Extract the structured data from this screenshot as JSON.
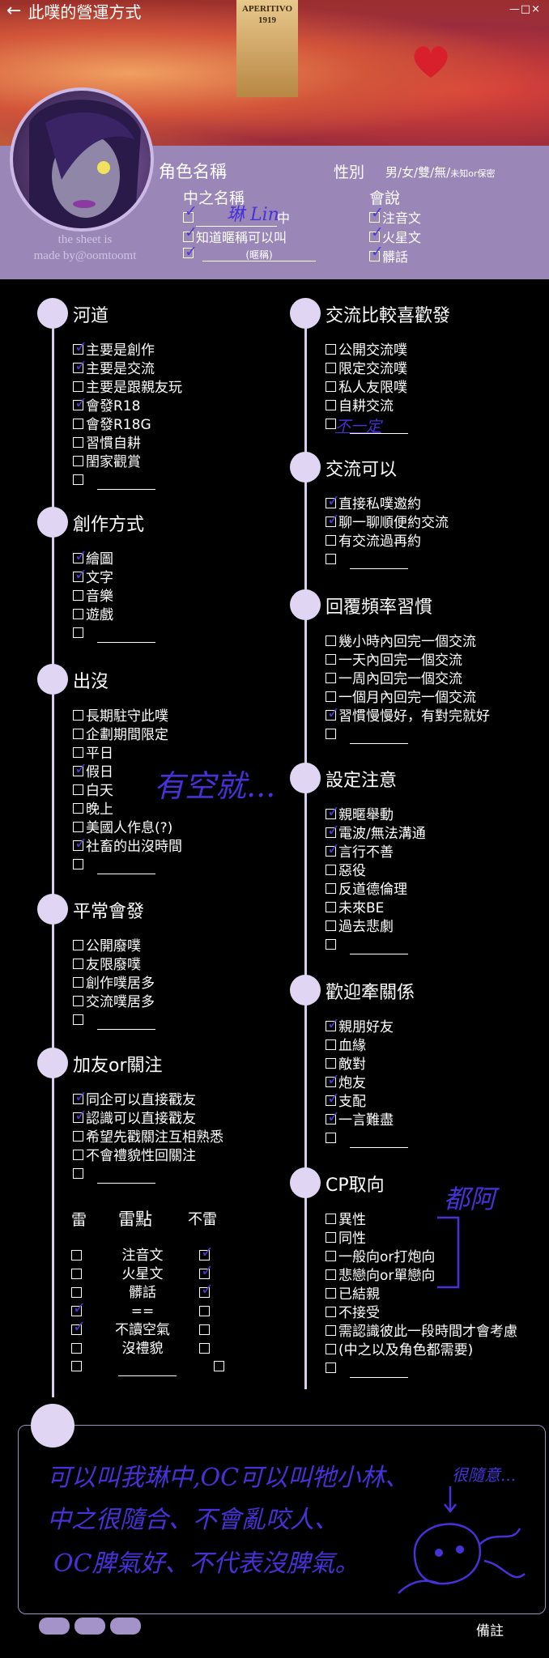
{
  "window": {
    "title": "此噗的營運方式",
    "controls": "—□×"
  },
  "photo": {
    "bottle_text": [
      "APERITIVO",
      "1919"
    ]
  },
  "watermark": {
    "line1": "the sheet is",
    "line2": "made by@oomtoomt"
  },
  "profile": {
    "role_name_label": "角色名稱",
    "gender_label": "性別",
    "gender_options": "男/女/雙/無/",
    "gender_extra": "未知or保密",
    "cn_name_label": "中之名稱",
    "cn_name_value": "琳 Lin",
    "cn_name_suffix": "中",
    "nickname_option": "知道暱稱可以叫",
    "nickname_hint": "(暱稱)",
    "speaks_label": "會說",
    "speaks_options": [
      "注音文",
      "火星文",
      "髒話"
    ]
  },
  "sections": {
    "hedao": {
      "title": "河道",
      "items": [
        "主要是創作",
        "主要是交流",
        "主要是跟親友玩",
        "會發R18",
        "會發R18G",
        "習慣自耕",
        "閨家觀賞"
      ]
    },
    "creation": {
      "title": "創作方式",
      "items": [
        "繪圖",
        "文字",
        "音樂",
        "遊戲"
      ]
    },
    "appear": {
      "title": "出沒",
      "items": [
        "長期駐守此噗",
        "企劃期間限定",
        "平日",
        "假日",
        "白天",
        "晚上",
        "美國人作息(?)",
        "社畜的出沒時間"
      ]
    },
    "usually": {
      "title": "平常會發",
      "items": [
        "公開廢噗",
        "友限廢噗",
        "創作噗居多",
        "交流噗居多"
      ]
    },
    "follow": {
      "title": "加友or關注",
      "items": [
        "同企可以直接戳友",
        "認識可以直接戳友",
        "希望先戳關注互相熟悉",
        "不會禮貌性回關注"
      ]
    },
    "interact_post": {
      "title": "交流比較喜歡發",
      "items": [
        "公開交流噗",
        "限定交流噗",
        "私人友限噗",
        "自耕交流"
      ]
    },
    "interact_ok": {
      "title": "交流可以",
      "items": [
        "直接私噗邀約",
        "聊一聊順便約交流",
        "有交流過再約"
      ]
    },
    "reply": {
      "title": "回覆頻率習慣",
      "items": [
        "幾小時內回完一個交流",
        "一天內回完一個交流",
        "一周內回完一個交流",
        "一個月內回完一個交流",
        "習慣慢慢好，有對完就好"
      ]
    },
    "notice": {
      "title": "設定注意",
      "items": [
        "親暱舉動",
        "電波/無法溝通",
        "言行不善",
        "惡役",
        "反道德倫理",
        "未來BE",
        "過去悲劇"
      ]
    },
    "relations": {
      "title": "歡迎牽關係",
      "items": [
        "親朋好友",
        "血緣",
        "敵對",
        "炮友",
        "支配",
        "一言難盡"
      ]
    },
    "cp": {
      "title": "CP取向",
      "items": [
        "異性",
        "同性",
        "一般向or打炮向",
        "悲戀向or單戀向",
        "已結親",
        "不接受",
        "需認識彼此一段時間才會考慮",
        "(中之以及角色都需要)"
      ]
    }
  },
  "mines": {
    "left_header": "雷",
    "mid_header": "雷點",
    "right_header": "不雷",
    "items": [
      "注音文",
      "火星文",
      "髒話",
      "==",
      "不讀空氣",
      "沒禮貌"
    ]
  },
  "handwriting": {
    "hedao_blank": "不一定",
    "appear_note": "有空就...",
    "cp_note": "都阿",
    "note_bubble": "很隨意...",
    "note_lines": [
      "可以叫我琳中,OC可以叫牠小林、",
      "中之很隨合、不會亂咬人、",
      "OC脾氣好、不代表沒脾氣。"
    ]
  },
  "footer": {
    "remark": "備註"
  }
}
